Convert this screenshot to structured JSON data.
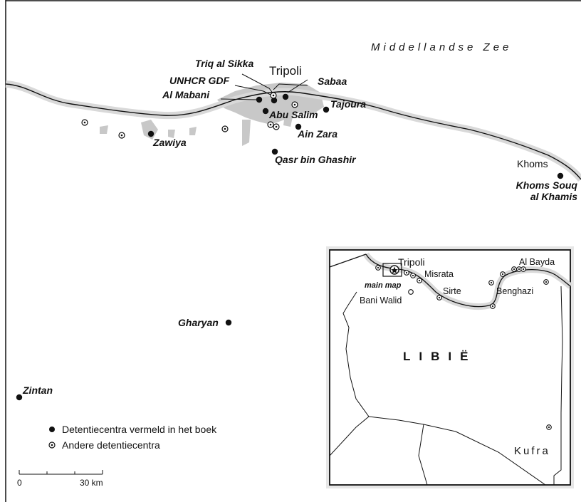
{
  "sea_label": "Middellandse Zee",
  "main_places": {
    "tripoli": "Tripoli",
    "triq_al_sikka": "Triq al Sikka",
    "unhcr_gdf": "UNHCR GDF",
    "al_mabani": "Al Mabani",
    "sabaa": "Sabaa",
    "abu_salim": "Abu Salim",
    "tajoura": "Tajoura",
    "ain_zara": "Ain Zara",
    "qasr_bin_ghashir": "Qasr bin Ghashir",
    "zawiya": "Zawiya",
    "khoms": "Khoms",
    "khoms_souq_1": "Khoms Souq",
    "khoms_souq_2": "al Khamis",
    "gharyan": "Gharyan",
    "zintan": "Zintan"
  },
  "inset": {
    "tripoli": "Tripoli",
    "main_map": "main map",
    "misrata": "Misrata",
    "sirte": "Sirte",
    "bani_walid": "Bani Walid",
    "al_bayda": "Al Bayda",
    "benghazi": "Benghazi",
    "kufra": "Kufra",
    "country": "LIBIË"
  },
  "legend": {
    "book_centres": "Detentiecentra vermeld in het boek",
    "other_centres": "Andere detentiecentra"
  },
  "scale": {
    "zero": "0",
    "end": "30 km"
  },
  "colors": {
    "urban": "#c8c8c8",
    "coast_halo": "#d9d9d9",
    "ink": "#111111"
  }
}
